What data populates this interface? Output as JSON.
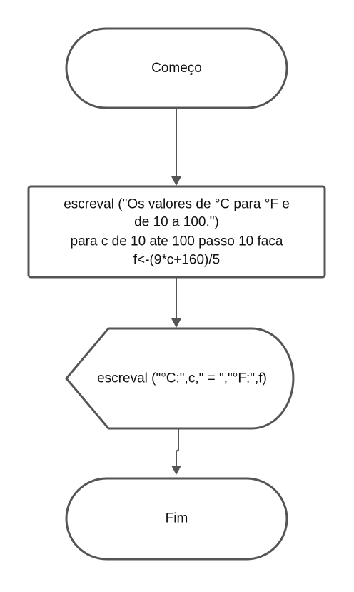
{
  "nodes": {
    "start": {
      "shape": "terminator",
      "label": "Começo"
    },
    "process": {
      "shape": "process",
      "lines": [
        "escreval (\"Os valores de °C para °F e",
        "de 10 a 100.\")",
        "para c de 10 ate 100 passo 10 faca",
        "f<-(9*c+160)/5"
      ]
    },
    "display": {
      "shape": "display",
      "label": "escreval (\"°C:\",c,\" = \",\"°F:\",f)"
    },
    "end": {
      "shape": "terminator",
      "label": "Fim"
    }
  },
  "edges": [
    {
      "from": "start",
      "to": "process"
    },
    {
      "from": "process",
      "to": "display"
    },
    {
      "from": "display",
      "to": "end"
    }
  ],
  "colors": {
    "stroke": "#555555",
    "fill": "#ffffff",
    "text": "#111111"
  }
}
